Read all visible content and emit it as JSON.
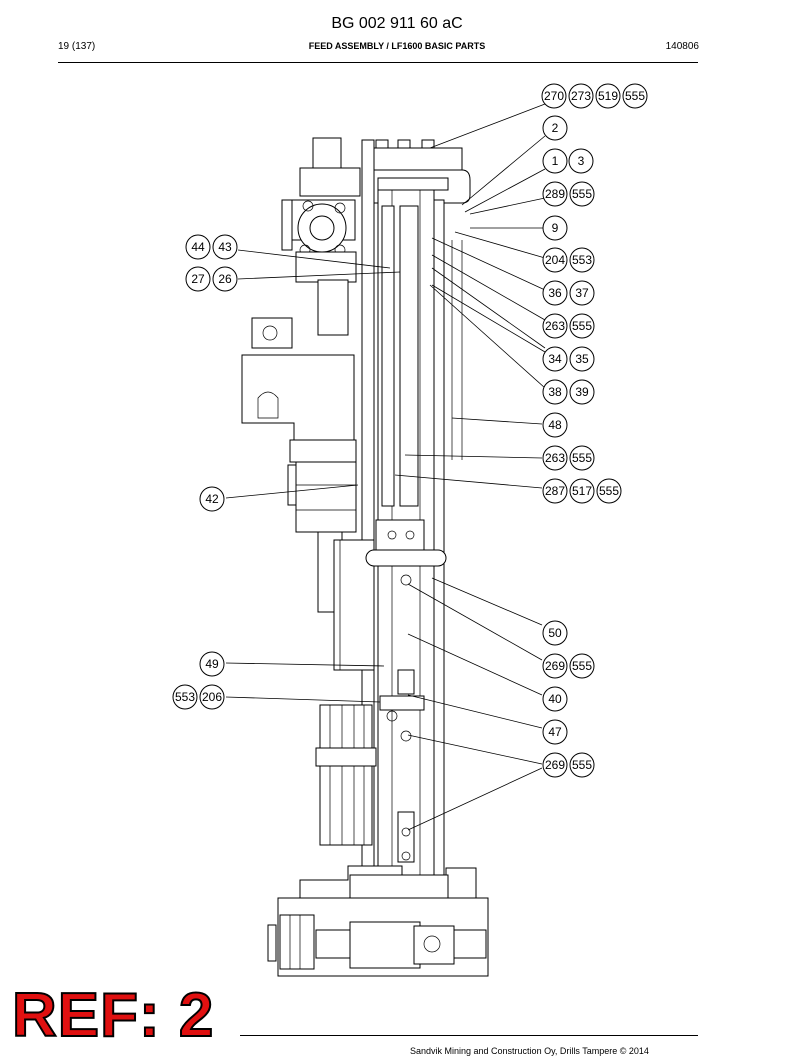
{
  "header": {
    "doc_title": "BG 002 911 60 aC",
    "page_number": "19 (137)",
    "section_title": "FEED ASSEMBLY / LF1600 BASIC PARTS",
    "doc_date": "140806"
  },
  "callouts": {
    "c270": "270",
    "c273": "273",
    "c519": "519",
    "c555a": "555",
    "c2": "2",
    "c1": "1",
    "c3": "3",
    "c289": "289",
    "c555b": "555",
    "c9": "9",
    "c44": "44",
    "c43": "43",
    "c204": "204",
    "c553a": "553",
    "c27": "27",
    "c26": "26",
    "c36": "36",
    "c37": "37",
    "c263a": "263",
    "c555c": "555",
    "c34": "34",
    "c35": "35",
    "c38": "38",
    "c39": "39",
    "c48": "48",
    "c263b": "263",
    "c555d": "555",
    "c42": "42",
    "c287": "287",
    "c517": "517",
    "c555e": "555",
    "c50": "50",
    "c49": "49",
    "c269a": "269",
    "c555f": "555",
    "c553b": "553",
    "c206": "206",
    "c40": "40",
    "c47": "47",
    "c269b": "269",
    "c555g": "555"
  },
  "stamp": {
    "text": "REF: 2"
  },
  "footer": {
    "copyright": "Sandvik Mining and Construction Oy, Drills Tampere © 2014"
  }
}
